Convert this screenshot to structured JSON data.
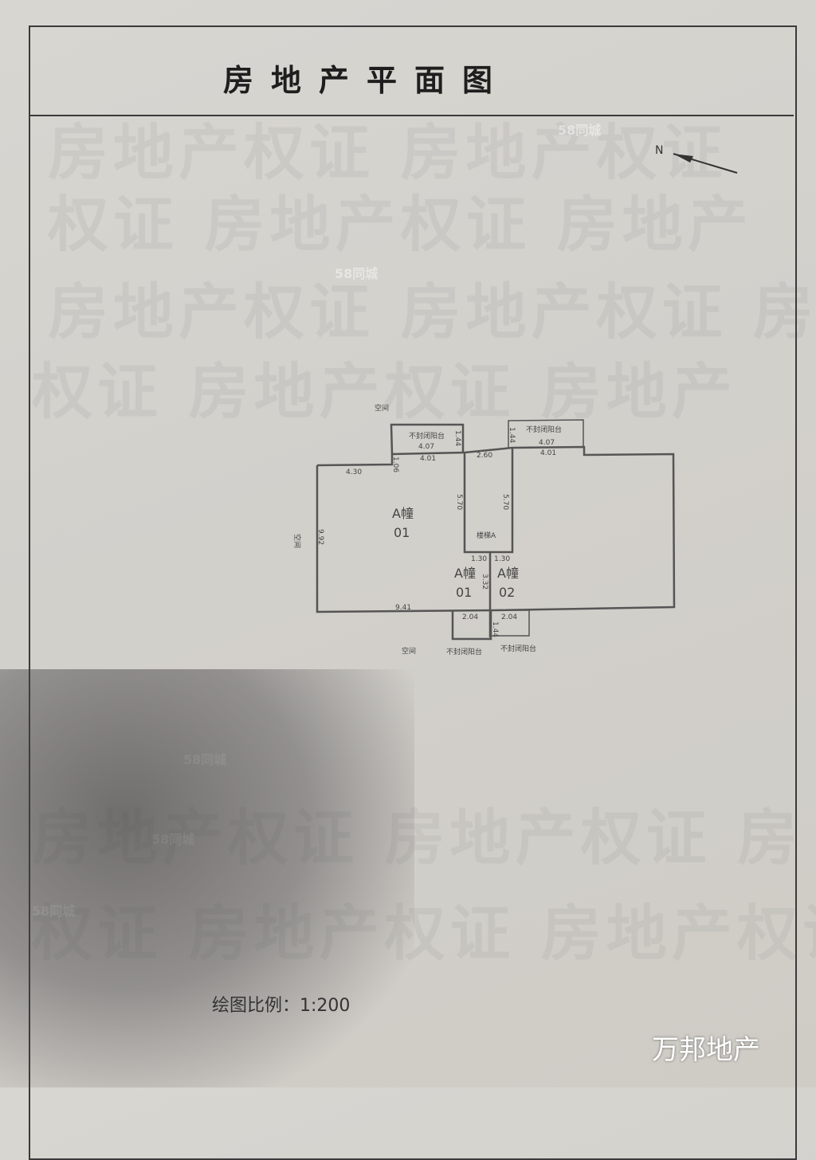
{
  "title": "房地产平面图",
  "watermark": {
    "text": "房地产权证",
    "site": "58同城"
  },
  "compass": {
    "north": "N"
  },
  "plan": {
    "space_top": "空间",
    "space_bottom": "空间",
    "space_left": "空间",
    "balcony_label": "不封闭阳台",
    "dims": {
      "top_left_balcony_w": "4.07",
      "top_left_room_w": "4.01",
      "top_left_balcony_h": "1.44",
      "left_top": "4.30",
      "left_step": "1.06",
      "left_height": "9.92",
      "stair_top": "2.60",
      "stair_left": "5.70",
      "stair_right": "5.70",
      "top_right_balcony_w": "4.07",
      "top_right_room_w": "4.01",
      "top_right_balcony_h": "1.44",
      "mid_left": "1.30",
      "mid_right": "1.30",
      "mid_height": "3.32",
      "bottom": "9.41",
      "bottom_balcony_left": "2.04",
      "bottom_balcony_right": "2.04",
      "bottom_balcony_h": "1.44"
    },
    "stair": "楼梯A",
    "units": [
      {
        "building": "A幢",
        "number": "01"
      },
      {
        "building": "A幢",
        "number": "01"
      },
      {
        "building": "A幢",
        "number": "02"
      }
    ]
  },
  "scale": "绘图比例：1:200",
  "brand": "万邦地产"
}
